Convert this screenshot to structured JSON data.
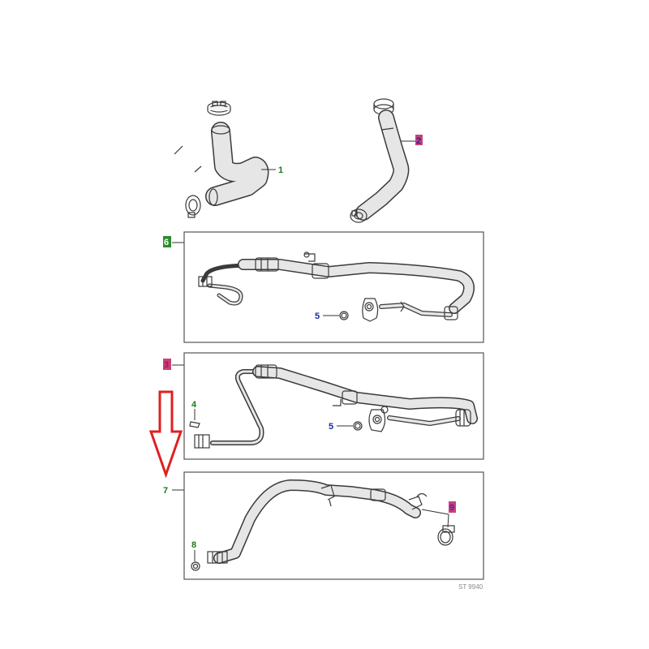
{
  "colors": {
    "green": "#1a7a1a",
    "blue": "#1a2aa0",
    "magenta": "#a01850",
    "tag_fill_green": "#2e8b2e",
    "tag_fill_magenta": "#c02060",
    "arrow": "#e02020"
  },
  "callouts": {
    "c1": "1",
    "c2": "2",
    "c3": "3",
    "c4": "4",
    "c5a": "5",
    "c5b": "5",
    "c6": "6",
    "c7": "7",
    "c8": "8",
    "c9": "9"
  },
  "footer": {
    "code": "ST 9940"
  },
  "icons": {
    "arrow": "down-arrow-icon"
  }
}
